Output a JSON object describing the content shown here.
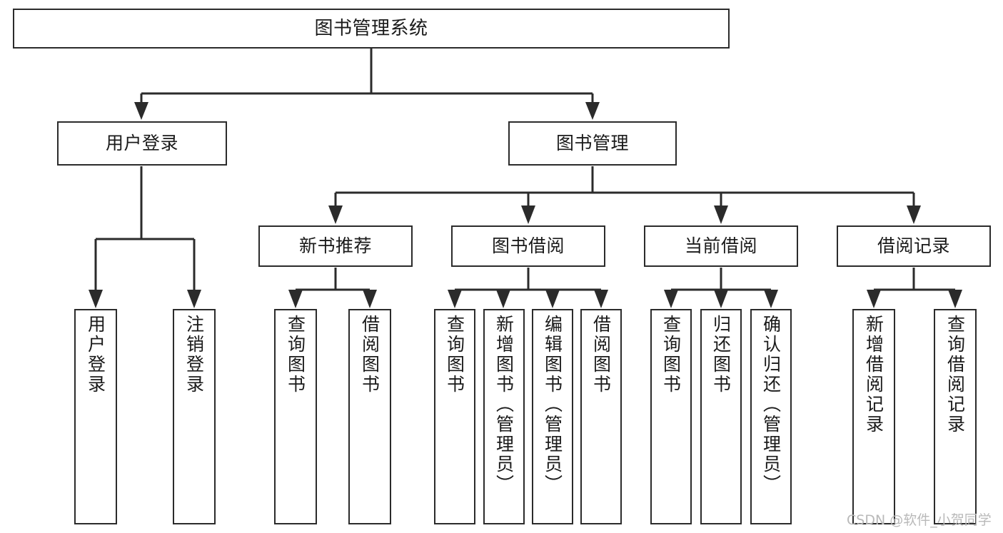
{
  "diagram": {
    "title": "图书管理系统",
    "type": "tree-hierarchy-chart",
    "root": {
      "label": "图书管理系统"
    },
    "level2": [
      {
        "label": "用户登录"
      },
      {
        "label": "图书管理"
      }
    ],
    "level3": [
      {
        "label": "新书推荐"
      },
      {
        "label": "图书借阅"
      },
      {
        "label": "当前借阅"
      },
      {
        "label": "借阅记录"
      }
    ],
    "leaves": {
      "user_login": [
        {
          "label": "用户登录"
        },
        {
          "label": "注销登录"
        }
      ],
      "new_book_recommend": [
        {
          "label": "查询图书"
        },
        {
          "label": "借阅图书"
        }
      ],
      "book_borrow": [
        {
          "label": "查询图书"
        },
        {
          "label": "新增图书（管理员）"
        },
        {
          "label": "编辑图书（管理员）"
        },
        {
          "label": "借阅图书"
        }
      ],
      "current_borrow": [
        {
          "label": "查询图书"
        },
        {
          "label": "归还图书"
        },
        {
          "label": "确认归还（管理员）"
        }
      ],
      "borrow_record": [
        {
          "label": "新增借阅记录"
        },
        {
          "label": "查询借阅记录"
        }
      ]
    }
  },
  "watermark": {
    "text": "CSDN @软件_小贺同学"
  },
  "colors": {
    "stroke": "#2b2b2b",
    "fill": "#ffffff",
    "text": "#1a1a1a",
    "watermark": "#b9b9b9"
  }
}
